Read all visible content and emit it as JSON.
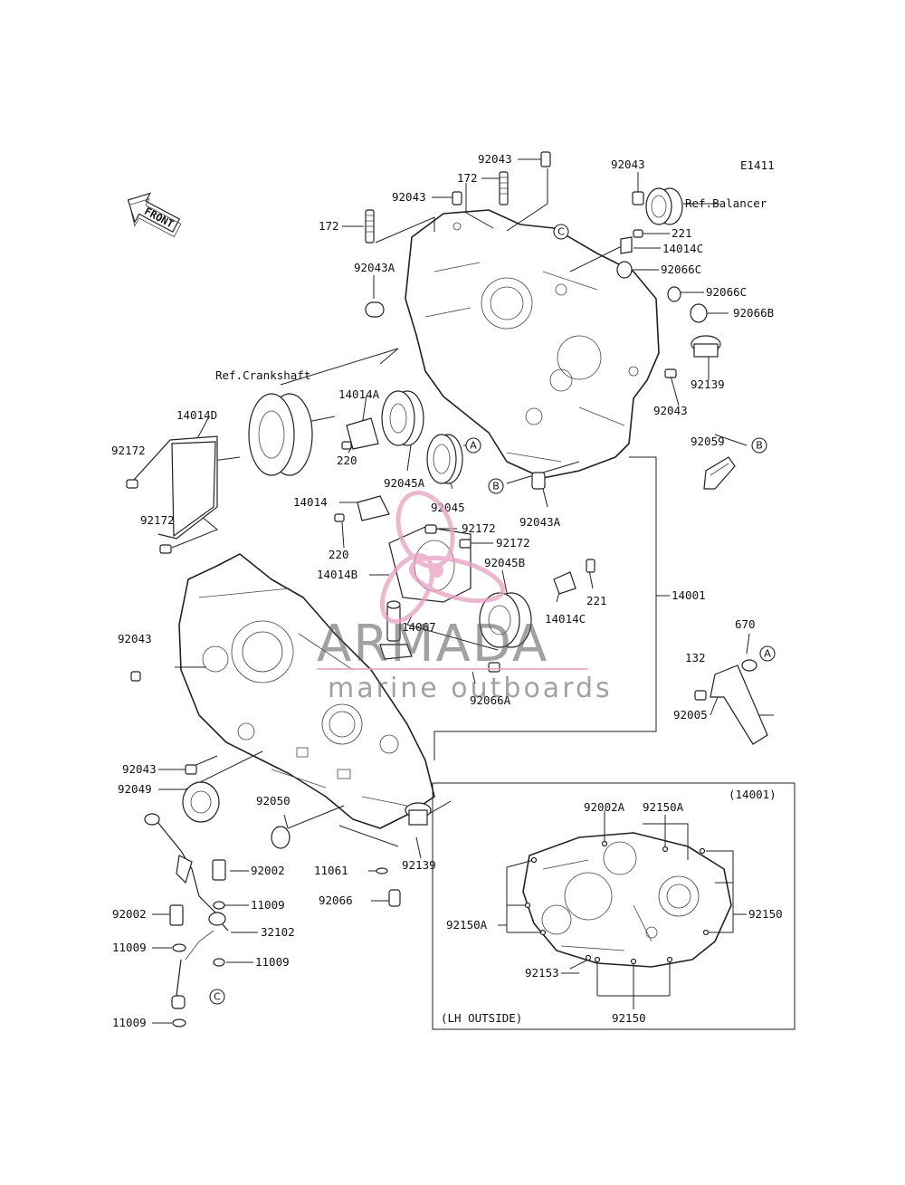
{
  "diagram_code": "E1411",
  "front_label": "FRONT",
  "inset_title": "(14001)",
  "inset_caption": "(LH OUTSIDE)",
  "watermark": {
    "brand": "ARMADA",
    "tagline": "marine outboards",
    "accent_color": "#e8a0c0"
  },
  "labels": {
    "p92043_top": "92043",
    "p172_top": "172",
    "p92043_b": "92043",
    "p172_left": "172",
    "p92043_right": "92043",
    "ref_balancer": "Ref.Balancer",
    "p221_top": "221",
    "p14014C_top": "14014C",
    "p92066C_a": "92066C",
    "p92066C_b": "92066C",
    "p92066B": "92066B",
    "p92043A_top": "92043A",
    "p92139_right": "92139",
    "p92043_mid": "92043",
    "ref_crankshaft": "Ref.Crankshaft",
    "p14014A": "14014A",
    "p14014D": "14014D",
    "p92172_a": "92172",
    "p220_a": "220",
    "p92045A": "92045A",
    "p92045": "92045",
    "p92059": "92059",
    "p92043A_mid": "92043A",
    "p14014": "14014",
    "p92172_b": "92172",
    "p92172_c": "92172",
    "p92172_d": "92172",
    "p220_b": "220",
    "p14014B": "14014B",
    "p92045B": "92045B",
    "p221_mid": "221",
    "p14001": "14001",
    "p14067": "14067",
    "p14014C_mid": "14014C",
    "p670": "670",
    "p132": "132",
    "p92043_left": "92043",
    "p92066A": "92066A",
    "p92005": "92005",
    "p92043_low": "92043",
    "p92049": "92049",
    "p92050": "92050",
    "p92139_low": "92139",
    "p11061": "11061",
    "p92066": "92066",
    "p92002_a": "92002",
    "p92002_b": "92002",
    "p11009_a": "11009",
    "p32102": "32102",
    "p11009_b": "11009",
    "p11009_c": "11009",
    "p11009_d": "11009",
    "inset_92002A": "92002A",
    "inset_92150A_top": "92150A",
    "inset_92150_right": "92150",
    "inset_92150A_left": "92150A",
    "inset_92153": "92153",
    "inset_92150_bottom": "92150"
  },
  "callouts": {
    "A": "A",
    "B": "B",
    "C": "C"
  }
}
